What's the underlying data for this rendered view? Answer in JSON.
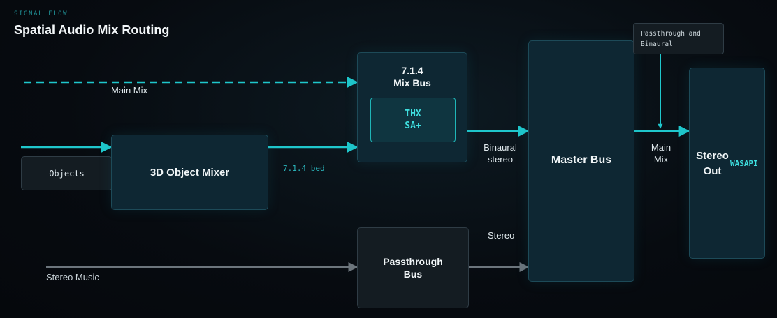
{
  "header": {
    "eyebrow": "SIGNAL FLOW",
    "title": "Spatial Audio Mix Routing"
  },
  "nodes": {
    "objects": "Objects",
    "object_mixer": "3D Object Mixer",
    "mix_bus_line1": "7.1.4",
    "mix_bus_line2": "Mix Bus",
    "thx_line1": "THX",
    "thx_line2": "SA+",
    "master_bus": "Master Bus",
    "passthrough_line1": "Passthrough",
    "passthrough_line2": "Bus",
    "stereo_out_line1": "Stereo",
    "stereo_out_line2": "Out",
    "stereo_out_tag": "WASAPI"
  },
  "edges": {
    "main_mix_input": "Main Mix",
    "bed": "7.1.4 bed",
    "binaural_line1": "Binaural",
    "binaural_line2": "stereo",
    "stereo": "Stereo",
    "main_mix_out_line1": "Main",
    "main_mix_out_line2": "Mix",
    "stereo_music": "Stereo Music"
  },
  "note": {
    "line1": "Passthrough and",
    "line2": "Binaural"
  },
  "colors": {
    "accent": "#1fc7cc",
    "muted_wire": "#6c757c",
    "node_fill": "#0e2733",
    "background": "#070b10"
  }
}
